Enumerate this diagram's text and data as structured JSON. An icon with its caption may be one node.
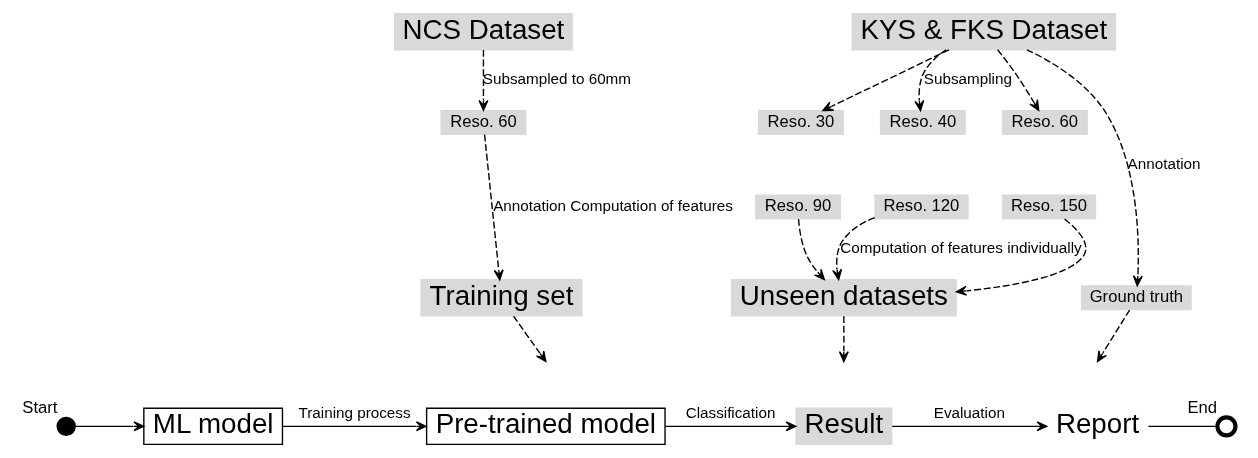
{
  "diagram": {
    "nodes": [
      {
        "text": [
          "NCS Dataset"
        ]
      },
      {
        "text": [
          "KYS & FKS Dataset"
        ]
      },
      {
        "text": [
          "Reso. 60"
        ]
      },
      {
        "text": [
          "Reso. 30"
        ]
      },
      {
        "text": [
          "Reso. 40"
        ]
      },
      {
        "text": [
          "Reso. 60"
        ]
      },
      {
        "text": [
          "Reso. 90"
        ]
      },
      {
        "text": [
          "Reso. 120"
        ]
      },
      {
        "text": [
          "Reso. 150"
        ]
      },
      {
        "text": [
          "Training set"
        ]
      },
      {
        "text": [
          "Unseen datasets"
        ]
      },
      {
        "text": [
          "Ground truth"
        ]
      },
      {
        "text": [],
        "shape": "circle",
        "beside": [
          "Start"
        ]
      },
      {
        "text": [
          "ML model"
        ]
      },
      {
        "text": [
          "Pre-trained model"
        ]
      },
      {
        "text": [
          "Result"
        ]
      },
      {
        "text": [
          "Report"
        ]
      },
      {
        "text": [],
        "shape": "circle",
        "beside": [
          "End"
        ]
      }
    ],
    "edges": [
      {
        "from": 0,
        "to": 2,
        "arrow": "to",
        "style": "dashed",
        "label": "Subsampled to 60mm"
      },
      {
        "from": 1,
        "to": 3,
        "arrow": "to",
        "style": "dashed"
      },
      {
        "from": 1,
        "to": 4,
        "arrow": "to",
        "style": "dashed",
        "label": "Subsampling"
      },
      {
        "from": 1,
        "to": 5,
        "arrow": "to",
        "style": "dashed"
      },
      {
        "from": 1,
        "to": 11,
        "arrow": "to",
        "style": "dashed",
        "label": "Annotation"
      },
      {
        "from": 2,
        "to": 9,
        "arrow": "to",
        "style": "dashed",
        "label": "Annotation Computation of features"
      },
      {
        "from": 6,
        "to": 10,
        "arrow": "to",
        "style": "dashed"
      },
      {
        "from": 7,
        "to": 10,
        "arrow": "to",
        "style": "dashed",
        "label": "Computation of features individually"
      },
      {
        "from": 8,
        "to": 10,
        "arrow": "to",
        "style": "dashed"
      },
      {
        "from": 9,
        "to": null,
        "arrow": "to",
        "style": "dashed"
      },
      {
        "from": 10,
        "to": null,
        "arrow": "to",
        "style": "dashed"
      },
      {
        "from": 11,
        "to": null,
        "arrow": "to",
        "style": "dashed"
      },
      {
        "from": 12,
        "to": 13,
        "arrow": "to"
      },
      {
        "from": 13,
        "to": 14,
        "arrow": "to",
        "label": "Training process"
      },
      {
        "from": 14,
        "to": 15,
        "arrow": "to",
        "label": "Classification"
      },
      {
        "from": 15,
        "to": 16,
        "arrow": "to",
        "label": "Evaluation"
      },
      {
        "from": 16,
        "to": 17,
        "arrow": "none"
      }
    ]
  }
}
